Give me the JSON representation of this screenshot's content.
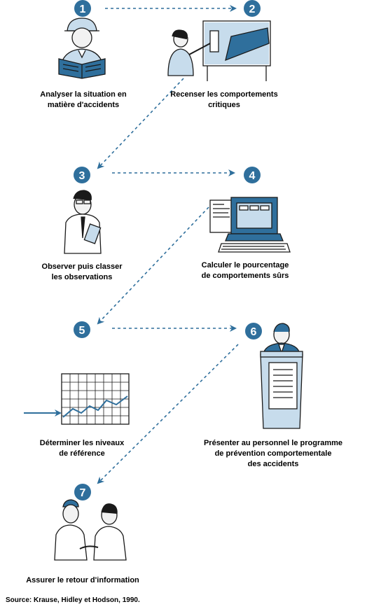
{
  "colors": {
    "accent": "#2f6f9c",
    "light_blue": "#c7dcec",
    "skin": "#f2f2f2"
  },
  "steps": [
    {
      "number": "1",
      "label": "Analyser la situation en\nmatière d'accidents",
      "icon": "worker-reading-icon"
    },
    {
      "number": "2",
      "label": "Recenser les comportements\ncritiques",
      "icon": "presenter-board-icon"
    },
    {
      "number": "3",
      "label": "Observer puis classer\nles observations",
      "icon": "observer-clipboard-icon"
    },
    {
      "number": "4",
      "label": "Calculer le pourcentage\nde comportements sûrs",
      "icon": "computer-icon"
    },
    {
      "number": "5",
      "label": "Déterminer les niveaux\nde référence",
      "icon": "baseline-chart-icon"
    },
    {
      "number": "6",
      "label": "Présenter au personnel le programme\nde prévention comportementale\ndes accidents",
      "icon": "speaker-podium-icon"
    },
    {
      "number": "7",
      "label": "Assurer le retour d'information",
      "icon": "two-people-feedback-icon"
    }
  ],
  "source": "Source: Krause, Hidley et Hodson, 1990."
}
